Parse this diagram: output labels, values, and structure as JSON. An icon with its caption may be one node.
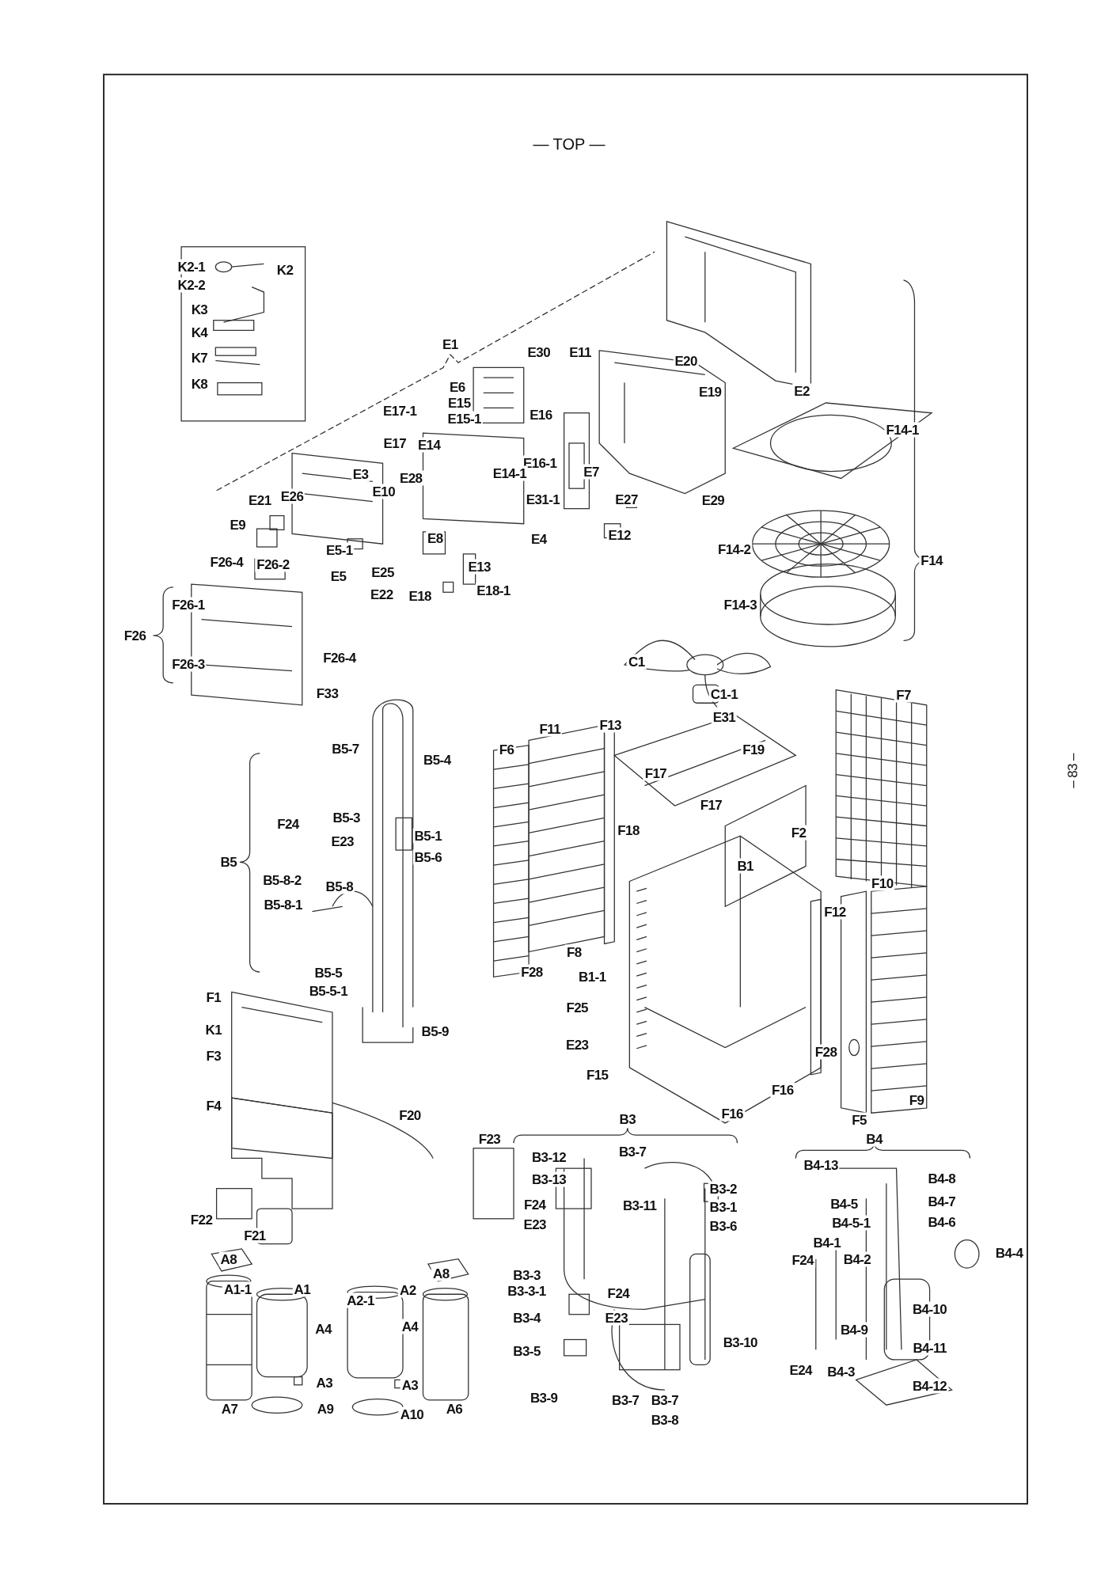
{
  "diagram": {
    "labels": [
      "— TOP —",
      "K2-1",
      "K2",
      "K2-2",
      "K3",
      "K4",
      "K7",
      "K8",
      "E1",
      "E30",
      "E11",
      "E20",
      "E6",
      "E15",
      "E17-1",
      "E19",
      "E2",
      "E15-1",
      "E16",
      "E17",
      "E14",
      "F14-1",
      "E16-1",
      "E3",
      "E28",
      "E14-1",
      "E7",
      "E21",
      "E26",
      "E10",
      "E31-1",
      "E27",
      "E29",
      "E9",
      "E8",
      "E4",
      "E12",
      "E5-1",
      "F14-2",
      "F26-4",
      "F26-2",
      "E13",
      "F14",
      "E5",
      "E25",
      "E22",
      "E18",
      "E18-1",
      "F26-1",
      "F14-3",
      "F26",
      "F26-3",
      "F26-4",
      "C1",
      "F33",
      "C1-1",
      "F7",
      "E31",
      "B5-7",
      "F11",
      "F13",
      "B5-4",
      "F6",
      "F19",
      "F17",
      "F17",
      "B5-3",
      "F24",
      "B5-1",
      "E23",
      "F18",
      "F2",
      "B5",
      "B5-6",
      "B1",
      "B5-8-2",
      "B5-8",
      "F10",
      "B5-8-1",
      "F12",
      "F8",
      "B5-5",
      "F28",
      "B5-5-1",
      "B1-1",
      "F1",
      "F25",
      "K1",
      "B5-9",
      "E23",
      "F28",
      "F3",
      "F15",
      "F16",
      "F4",
      "F20",
      "F16",
      "F5",
      "F9",
      "B3",
      "F23",
      "B4",
      "B3-12",
      "B3-7",
      "B4-13",
      "B3-13",
      "B4-8",
      "B3-2",
      "F24",
      "B3-11",
      "B3-1",
      "B4-5",
      "B4-7",
      "F22",
      "E23",
      "B3-6",
      "B4-5-1",
      "B4-6",
      "F21",
      "B4-1",
      "A8",
      "F24",
      "B4-2",
      "B4-4",
      "A8",
      "B3-3",
      "A1-1",
      "A1",
      "A2-1",
      "A2",
      "B3-3-1",
      "F24",
      "A4",
      "A4",
      "B3-4",
      "E23",
      "B4-9",
      "B4-10",
      "B3-5",
      "B3-10",
      "B4-11",
      "A3",
      "A3",
      "E24",
      "B4-3",
      "B4-12",
      "A7",
      "A9",
      "A10",
      "A6",
      "B3-9",
      "B3-7",
      "B3-7",
      "B3-8",
      "– 83 –"
    ]
  }
}
